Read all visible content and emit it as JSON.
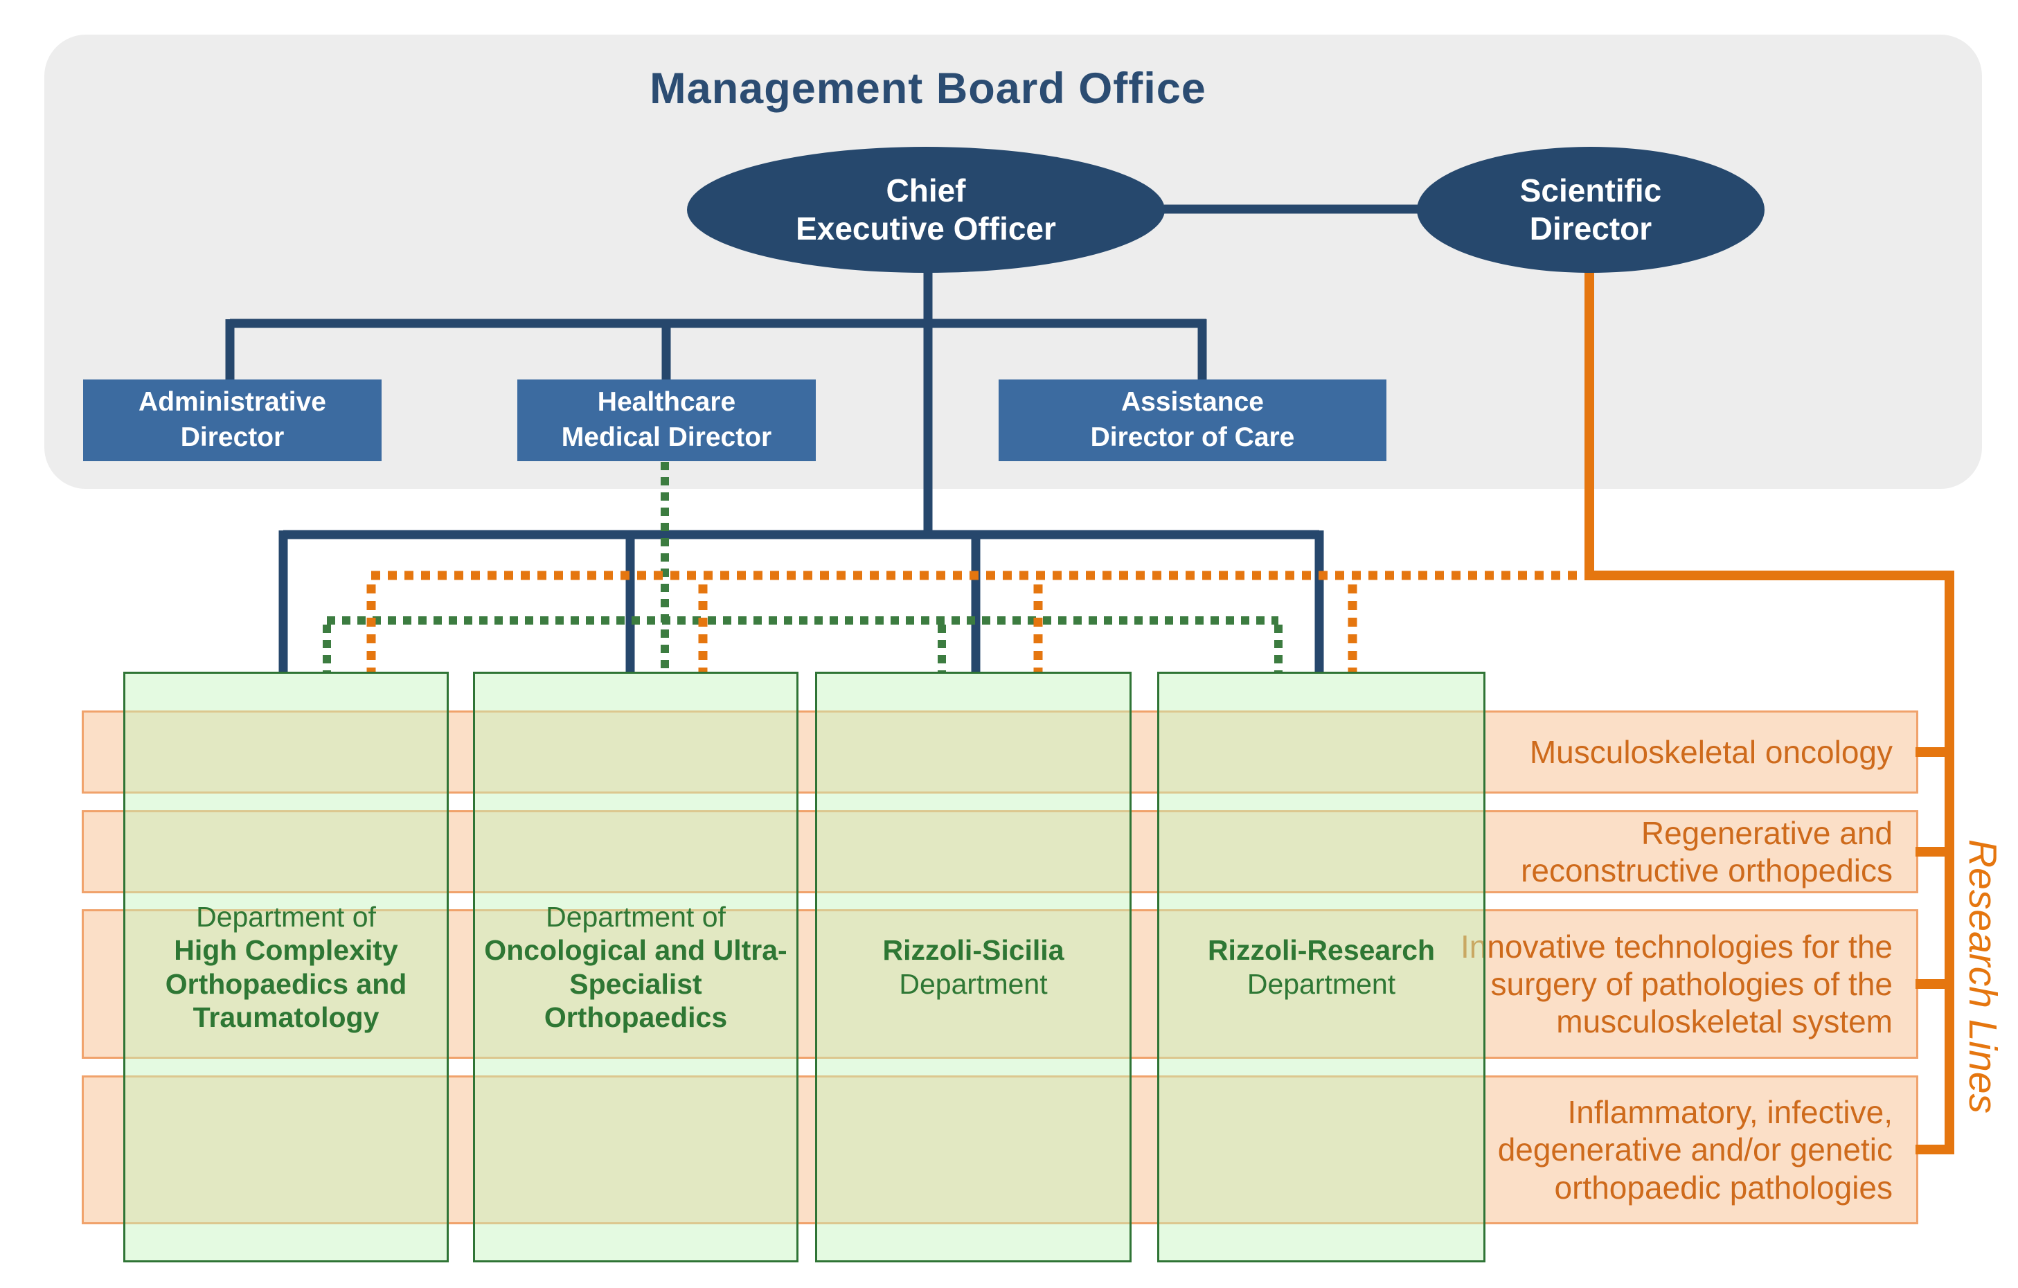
{
  "title": "Management Board Office",
  "board": {
    "ceo": {
      "line1": "Chief",
      "line2": "Executive Officer"
    },
    "scientific_director": {
      "line1": "Scientific",
      "line2": "Director"
    }
  },
  "directors": [
    {
      "line1": "Administrative",
      "line2": "Director"
    },
    {
      "line1": "Healthcare",
      "line2": "Medical Director"
    },
    {
      "line1": "Assistance",
      "line2": "Director of Care"
    }
  ],
  "departments": [
    {
      "prefix": "Department of",
      "name": "High Complexity Orthopaedics and Traumatology"
    },
    {
      "prefix": "Department of",
      "name": "Oncological and Ultra-Specialist Orthopaedics"
    },
    {
      "name": "Rizzoli-Sicilia",
      "prefix": "Department"
    },
    {
      "name": "Rizzoli-Research",
      "prefix": "Department"
    }
  ],
  "research": {
    "axis_label": "Research Lines",
    "items": [
      "Musculoskeletal oncology",
      "Regenerative and reconstructive orthopedics",
      "Innovative technologies for the surgery of pathologies of the musculoskeletal system",
      "Inflammatory, infective, degenerative and/or genetic orthopaedic pathologies"
    ]
  },
  "colors": {
    "navy": "#26476C",
    "title_navy": "#2B4C72",
    "director_blue": "#3C6BA0",
    "department_green_text": "#2E7734",
    "department_green_border": "#2F7435",
    "green_dotted": "#3C7C40",
    "research_orange": "#E5760F",
    "row_fill": "#FBDFC7",
    "row_border": "#F0A26B",
    "row_text": "#CE6A1B",
    "panel_gray": "#EDEDED"
  }
}
